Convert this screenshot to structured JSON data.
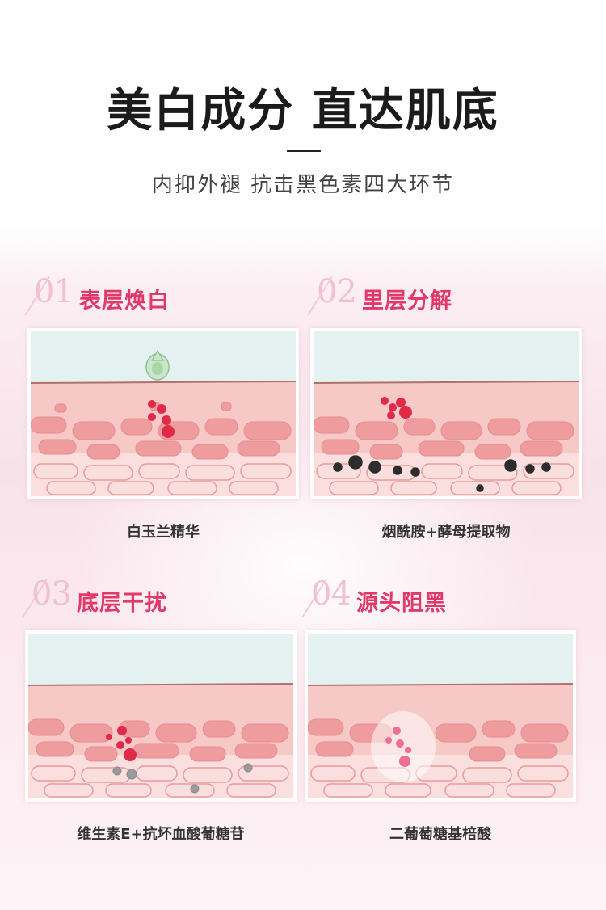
{
  "header": {
    "title": "美白成分 直达肌底",
    "subtitle": "内抑外褪  抗击黑色素四大环节"
  },
  "panels": [
    {
      "number": "01",
      "heading": "表层焕白",
      "caption": "白玉兰精华"
    },
    {
      "number": "02",
      "heading": "里层分解",
      "caption": "烟酰胺+酵母提取物"
    },
    {
      "number": "03",
      "heading": "底层干扰",
      "caption": "维生素E+抗坏血酸葡糖苷"
    },
    {
      "number": "04",
      "heading": "源头阻黑",
      "caption": "二葡萄糖基棓酸"
    }
  ],
  "colors": {
    "accent": "#e03a6a",
    "number": "#f2c1cf",
    "sky": "#e3f1f0",
    "skin": "#f6c8c6",
    "cell": "#ef9c9e",
    "melanin": "#e02a48"
  }
}
